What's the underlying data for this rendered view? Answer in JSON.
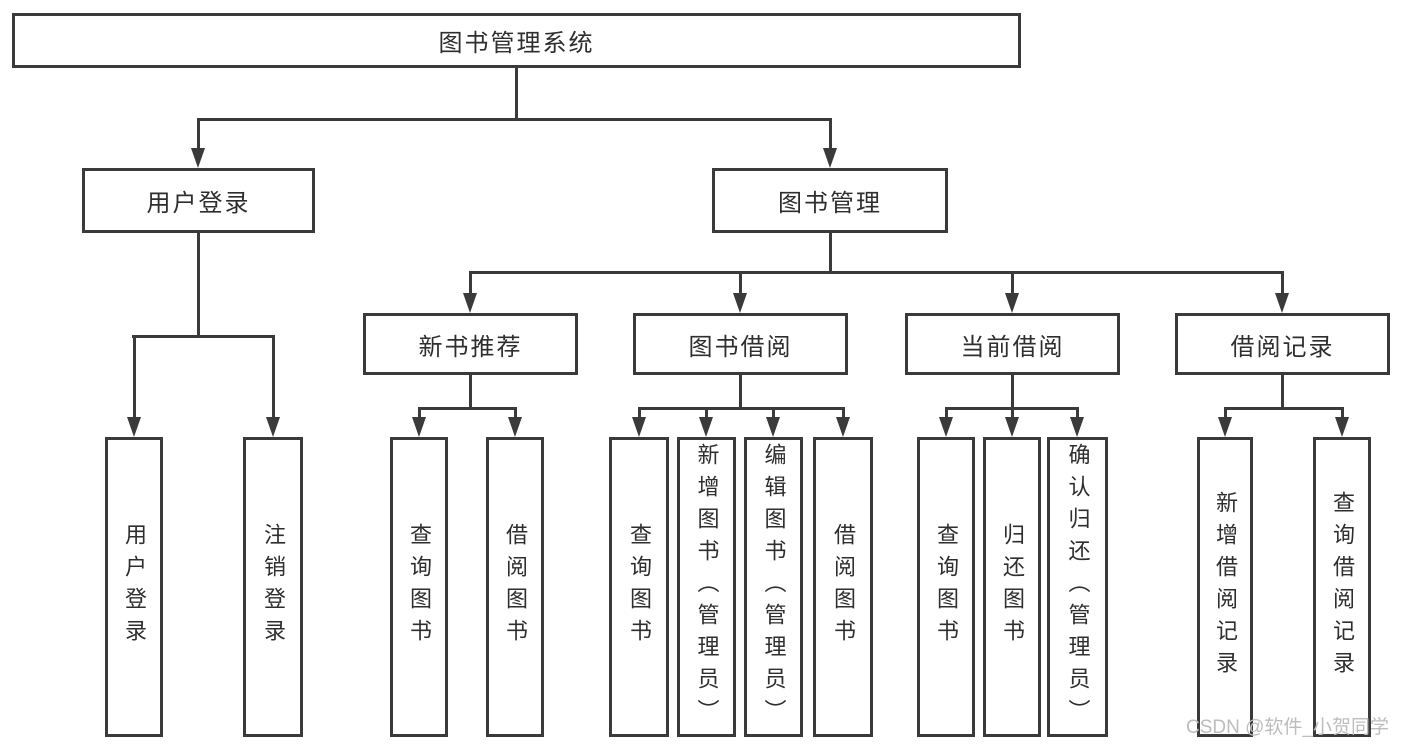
{
  "title": "图书管理系统",
  "colors": {
    "line": "#3a3a3a",
    "text": "#2e2e2e",
    "background": "#ffffff",
    "watermark": "#bdbdbd"
  },
  "watermark": "CSDN @软件_小贺同学",
  "nodes": {
    "root": "图书管理系统",
    "user_login": "用户登录",
    "book_mgmt": "图书管理",
    "new_book": "新书推荐",
    "book_borrow": "图书借阅",
    "current_borrow": "当前借阅",
    "borrow_record": "借阅记录",
    "ul_login": "用户登录",
    "ul_logout": "注销登录",
    "nb_query": "查询图书",
    "nb_borrow": "借阅图书",
    "bb_query": "查询图书",
    "bb_add": "新增图书（管理员）",
    "bb_edit": "编辑图书（管理员）",
    "bb_borrow": "借阅图书",
    "cb_query": "查询图书",
    "cb_return": "归还图书",
    "cb_confirm": "确认归还（管理员）",
    "br_add": "新增借阅记录",
    "br_query": "查询借阅记录"
  },
  "tree": {
    "root": "图书管理系统",
    "children": [
      {
        "label": "用户登录",
        "children": [
          "用户登录",
          "注销登录"
        ]
      },
      {
        "label": "图书管理",
        "children": [
          {
            "label": "新书推荐",
            "children": [
              "查询图书",
              "借阅图书"
            ]
          },
          {
            "label": "图书借阅",
            "children": [
              "查询图书",
              "新增图书（管理员）",
              "编辑图书（管理员）",
              "借阅图书"
            ]
          },
          {
            "label": "当前借阅",
            "children": [
              "查询图书",
              "归还图书",
              "确认归还（管理员）"
            ]
          },
          {
            "label": "借阅记录",
            "children": [
              "新增借阅记录",
              "查询借阅记录"
            ]
          }
        ]
      }
    ]
  }
}
